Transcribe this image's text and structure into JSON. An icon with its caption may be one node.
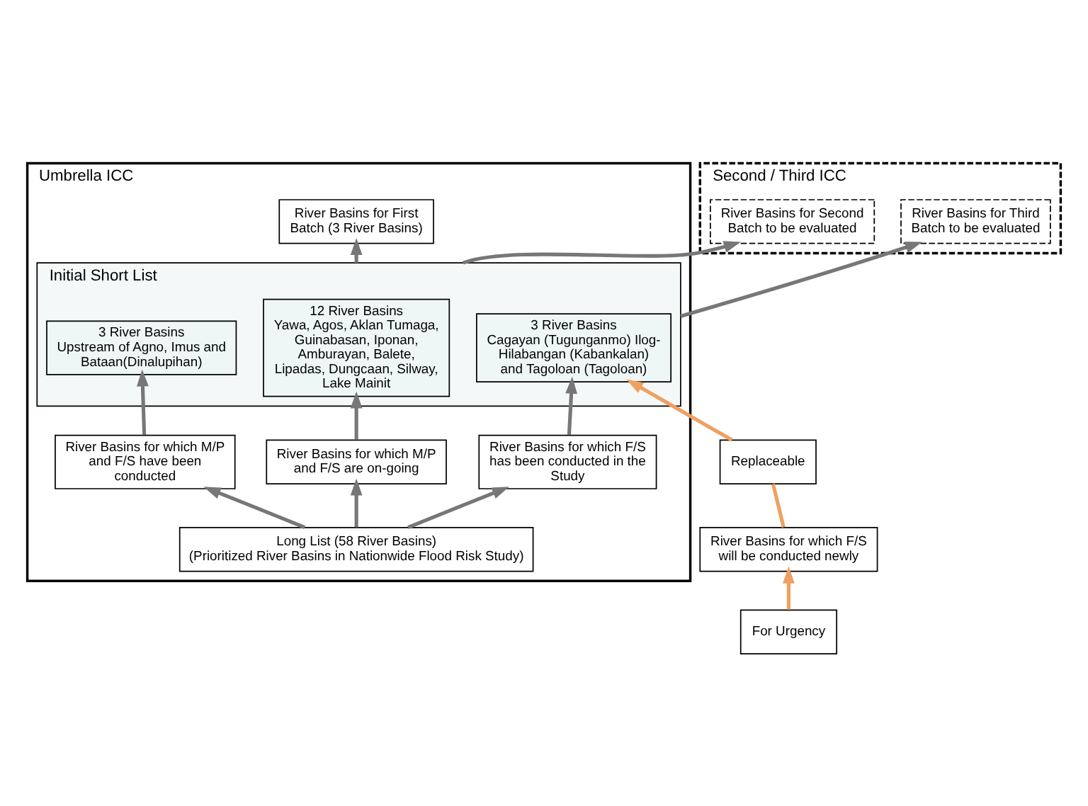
{
  "diagram": {
    "nodes": [
      {
        "text": [
          "Umbrella ICC"
        ]
      },
      {
        "text": [
          "Second / Third ICC"
        ]
      },
      {
        "text": [
          "River Basins for First Batch (3 River Basins)"
        ],
        "in": 0
      },
      {
        "text": [
          "River Basins for Second Batch to be evaluated"
        ],
        "in": 1
      },
      {
        "text": [
          "River Basins for Third Batch to be evaluated"
        ],
        "in": 1
      },
      {
        "text": [
          "Initial Short List"
        ],
        "in": 0
      },
      {
        "text": [
          "3 River Basins",
          "Upstream of Agno, Imus and Bataan(Dinalupihan)"
        ],
        "in": 5
      },
      {
        "text": [
          "12 River Basins",
          "Yawa, Agos, Aklan Tumaga, Guinabasan, Iponan, Amburayan, Balete, Lipadas, Dungcaan, Silway, Lake Mainit"
        ],
        "in": 5
      },
      {
        "text": [
          "3 River Basins",
          "Cagayan (Tugunganmo) Ilog-Hilabangan (Kabankalan) and Tagoloan (Tagoloan)"
        ],
        "in": 5
      },
      {
        "text": [
          "River Basins for which M/P and F/S have been conducted"
        ],
        "in": 0
      },
      {
        "text": [
          "River Basins for which M/P and F/S are on-going"
        ],
        "in": 0
      },
      {
        "text": [
          "River Basins for which F/S has been conducted in the Study"
        ],
        "in": 0
      },
      {
        "text": [
          "Long List (58 River Basins)",
          "(Prioritized River Basins in Nationwide Flood Risk Study)"
        ],
        "in": 0
      },
      {
        "text": [
          "River Basins for which F/S will be conducted newly"
        ]
      },
      {
        "text": [
          "Replaceable"
        ]
      },
      {
        "text": [
          "For Urgency"
        ]
      }
    ],
    "edges": [
      {
        "from": 5,
        "to": 2,
        "arrow": "to"
      },
      {
        "from": 5,
        "to": 3,
        "arrow": "to"
      },
      {
        "from": 5,
        "to": 4,
        "arrow": "to"
      },
      {
        "from": 9,
        "to": 6,
        "arrow": "to"
      },
      {
        "from": 10,
        "to": 7,
        "arrow": "to"
      },
      {
        "from": 11,
        "to": 8,
        "arrow": "to"
      },
      {
        "from": 12,
        "to": 9,
        "arrow": "to"
      },
      {
        "from": 12,
        "to": 10,
        "arrow": "to"
      },
      {
        "from": 12,
        "to": 11,
        "arrow": "to"
      },
      {
        "from": 15,
        "to": 13,
        "arrow": "to",
        "color": "#f0a060"
      },
      {
        "from": 13,
        "to": 14,
        "arrow": "none",
        "color": "#f0a060"
      },
      {
        "from": 14,
        "to": 8,
        "arrow": "to",
        "color": "#f0a060"
      }
    ]
  }
}
